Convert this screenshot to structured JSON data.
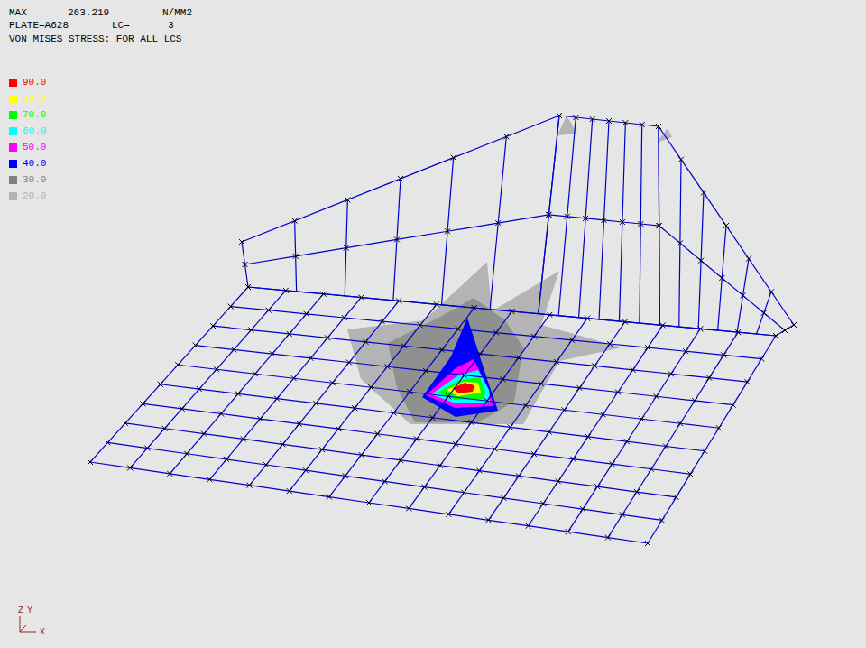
{
  "diagram": {
    "labels": [
      "MAX",
      "263.219",
      "N/MM2",
      "PLATE=A628",
      "LC=",
      "3",
      "VON MISES STRESS: FOR ALL LCS",
      "Z",
      "Y",
      "X"
    ],
    "legend": [
      {
        "text": "90.0",
        "color": "#ff0000"
      },
      {
        "text": "80.0",
        "color": "#ffff00"
      },
      {
        "text": "70.0",
        "color": "#00ff00"
      },
      {
        "text": "60.0",
        "color": "#00ffff"
      },
      {
        "text": "50.0",
        "color": "#ff00ff"
      },
      {
        "text": "40.0",
        "color": "#0000ff"
      },
      {
        "text": "30.0",
        "color": "#808080"
      },
      {
        "text": "20.0",
        "color": "#b4b4b4"
      }
    ]
  }
}
